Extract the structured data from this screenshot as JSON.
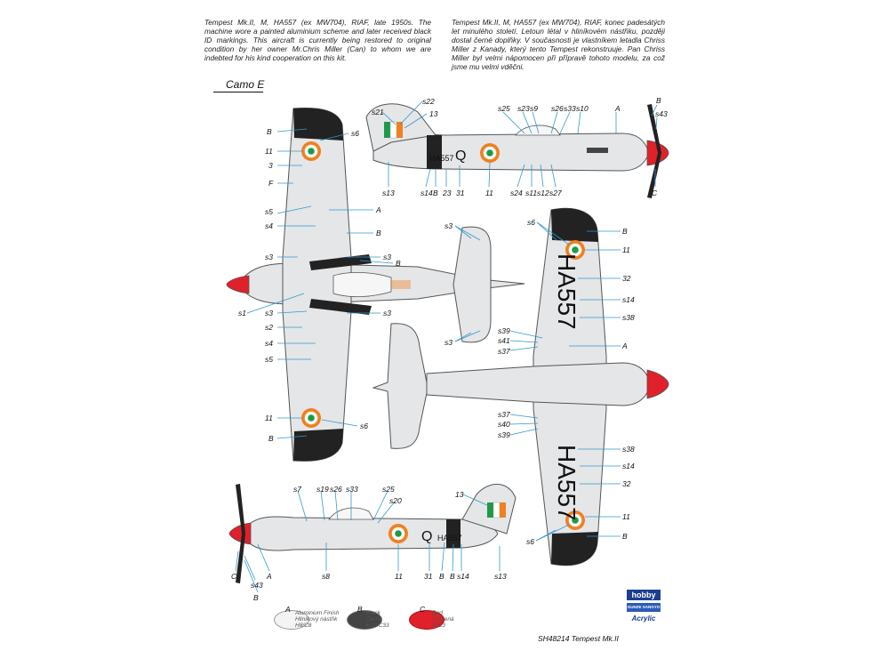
{
  "description_en": "Tempest Mk.II, M, HA557 (ex MW704), RIAF, late 1950s. The machine wore a painted aluminium scheme and later received black ID markings. This aircraft is currently being restored to original condition by her owner Mr.Chris Miller (Can) to whom we are indebted for his kind cooperation on this kit.",
  "description_cz": "Tempest Mk.II, M, HA557 (ex MW704), RIAF, konec padesátých let minulého století. Letoun létal v hliníkovém nástřiku, později dostal černé doplňky. V současnosti je vlastníkem letadla Chriss Miller z Kanady, který tento Tempest rekonstruuje. Pan Chriss Miller byl velmi nápomocen při přípravě tohoto modelu, za což jsme mu velmi vděčni.",
  "scheme_title": "Camo E",
  "serial": "HA557",
  "code_letter": "Q",
  "colors": {
    "aluminium": "#e4e6e8",
    "black": "#222222",
    "red": "#e0202a",
    "roundel_saffron": "#f08020",
    "roundel_green": "#1f9a48",
    "stripe_green": "#1f9a48",
    "stripe_white": "#ffffff",
    "stripe_saffron": "#f08020",
    "callout_line": "#3399cc"
  },
  "top_view": {
    "left_labels": [
      "B",
      "11",
      "3",
      "F",
      "s5",
      "s4",
      "s3",
      "s1",
      "s3",
      "s2",
      "s4",
      "s5",
      "11",
      "B"
    ],
    "right_labels": [
      "s6",
      "A",
      "B",
      "s3",
      "B",
      "s3",
      "s6"
    ]
  },
  "side_view_top": {
    "top_labels": [
      "s21",
      "s22",
      "13",
      "s25",
      "s23",
      "s9",
      "s26",
      "s33",
      "s10",
      "A",
      "B",
      "s43"
    ],
    "bottom_labels": [
      "s13",
      "s14",
      "B",
      "23",
      "31",
      "11",
      "s24",
      "s11",
      "s12",
      "s27",
      "C"
    ]
  },
  "tail_view": {
    "labels": [
      "s3",
      "s3"
    ]
  },
  "bottom_view": {
    "labels": [
      "s6",
      "B",
      "11",
      "32",
      "s14",
      "s38",
      "s39",
      "s41",
      "s37",
      "A",
      "s37",
      "s40",
      "s39",
      "s38",
      "s14",
      "32",
      "11",
      "s6",
      "B"
    ]
  },
  "side_view_bottom": {
    "top_labels": [
      "s7",
      "s19",
      "s26",
      "s33",
      "s25",
      "s20",
      "13"
    ],
    "bottom_labels": [
      "s8",
      "11",
      "31",
      "B",
      "B",
      "s14",
      "s13",
      "C",
      "A",
      "s43",
      "B"
    ]
  },
  "legend": [
    {
      "letter": "A",
      "name": "Aluminium Finish",
      "cz": "Hliníkový nástřik",
      "code": "H8/C8"
    },
    {
      "letter": "B",
      "name": "Black",
      "cz": "Černá",
      "code": "H12/C33"
    },
    {
      "letter": "C",
      "name": "Red",
      "cz": "Červená",
      "code": "H/C3"
    }
  ],
  "logos": [
    "hobby",
    "GUNZE SANGYO",
    "Acrylic"
  ],
  "footer": "SH48214  Tempest Mk.II"
}
